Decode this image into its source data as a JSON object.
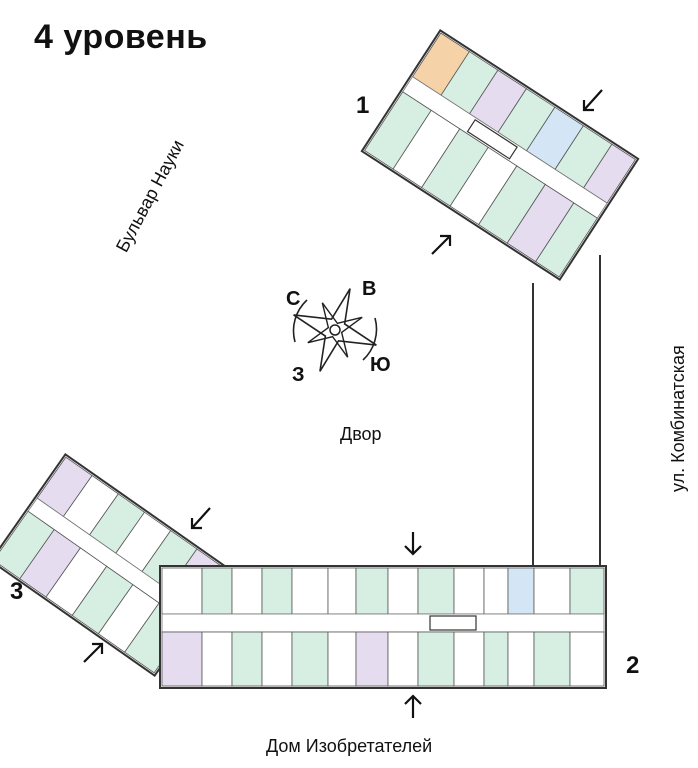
{
  "title": "4 уровень",
  "buildings": [
    {
      "number": "1"
    },
    {
      "number": "2"
    },
    {
      "number": "3"
    }
  ],
  "streets": {
    "left": "Бульвар Науки",
    "right": "ул. Комбинатская",
    "bottom": "Дом Изобретателей"
  },
  "courtyard": "Двор",
  "compass": {
    "north": "С",
    "east": "В",
    "south": "Ю",
    "west": "З"
  },
  "colors": {
    "apartment_green": "#d6efe2",
    "apartment_purple": "#e6dcef",
    "apartment_blue": "#d4e6f5",
    "apartment_orange": "#f6d2a8",
    "wall": "#3a3a3a"
  },
  "icons": [
    "entrance-arrow-icon",
    "compass-rose-icon"
  ]
}
